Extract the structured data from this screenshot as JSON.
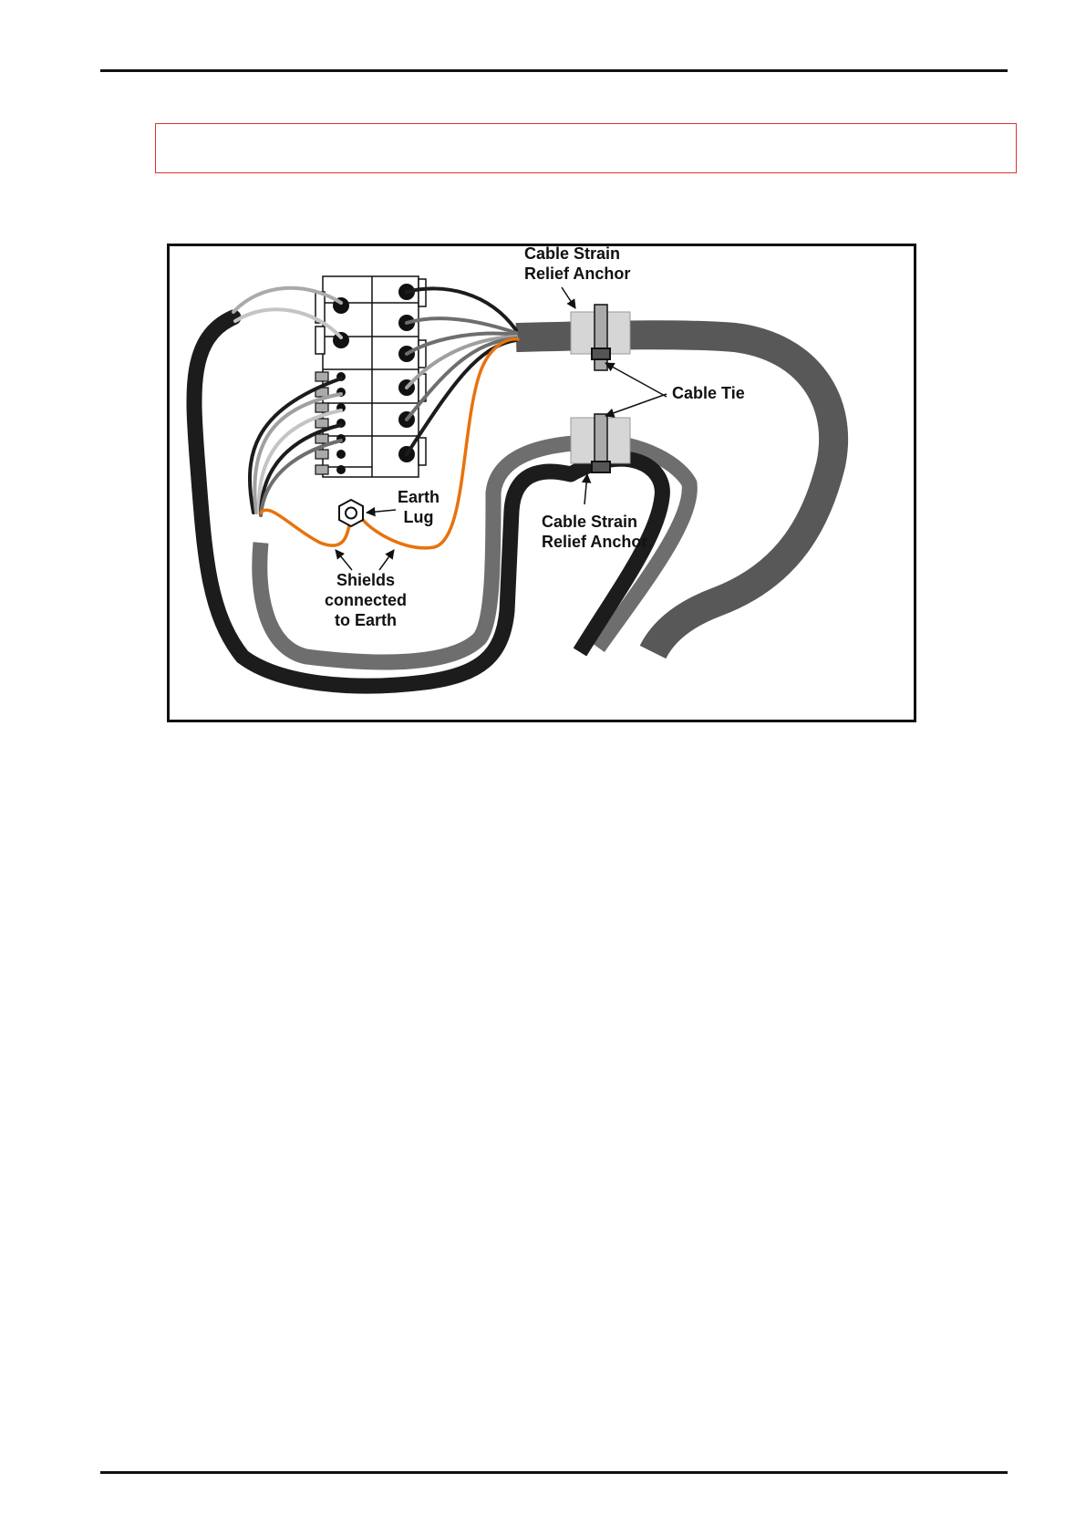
{
  "figure": {
    "labels": {
      "strain_relief_top": "Cable Strain\nRelief Anchor",
      "cable_tie": "Cable Tie",
      "earth_lug": "Earth\nLug",
      "strain_relief_bottom": "Cable Strain\nRelief Anchor",
      "shields": "Shields\nconnected\nto Earth"
    },
    "colors": {
      "shield_wire": "#e8720c",
      "frame": "#111111",
      "notice_border": "#e03030"
    }
  }
}
